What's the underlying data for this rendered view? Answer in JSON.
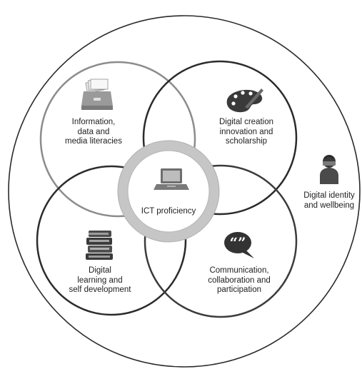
{
  "center": {
    "label": "ICT proficiency",
    "icon": "laptop-icon"
  },
  "domains": {
    "information": {
      "lines": [
        "Information,",
        "data and",
        "media literacies"
      ],
      "icon": "card-file-icon"
    },
    "creation": {
      "lines": [
        "Digital creation",
        "innovation and",
        "scholarship"
      ],
      "icon": "paint-palette-icon"
    },
    "learning": {
      "lines": [
        "Digital",
        "learning and",
        "self development"
      ],
      "icon": "book-stack-icon"
    },
    "communication": {
      "lines": [
        "Communication,",
        "collaboration and",
        "participation"
      ],
      "icon": "speech-bubble-icon"
    },
    "identity": {
      "lines": [
        "Digital identity",
        "and wellbeing"
      ],
      "icon": "person-icon"
    }
  },
  "colors": {
    "dark_stroke": "#2b2b2b",
    "light_stroke": "#8c8c8c",
    "ring_fill": "#c6c6c6",
    "icon_fill": "#3a3a3a"
  }
}
